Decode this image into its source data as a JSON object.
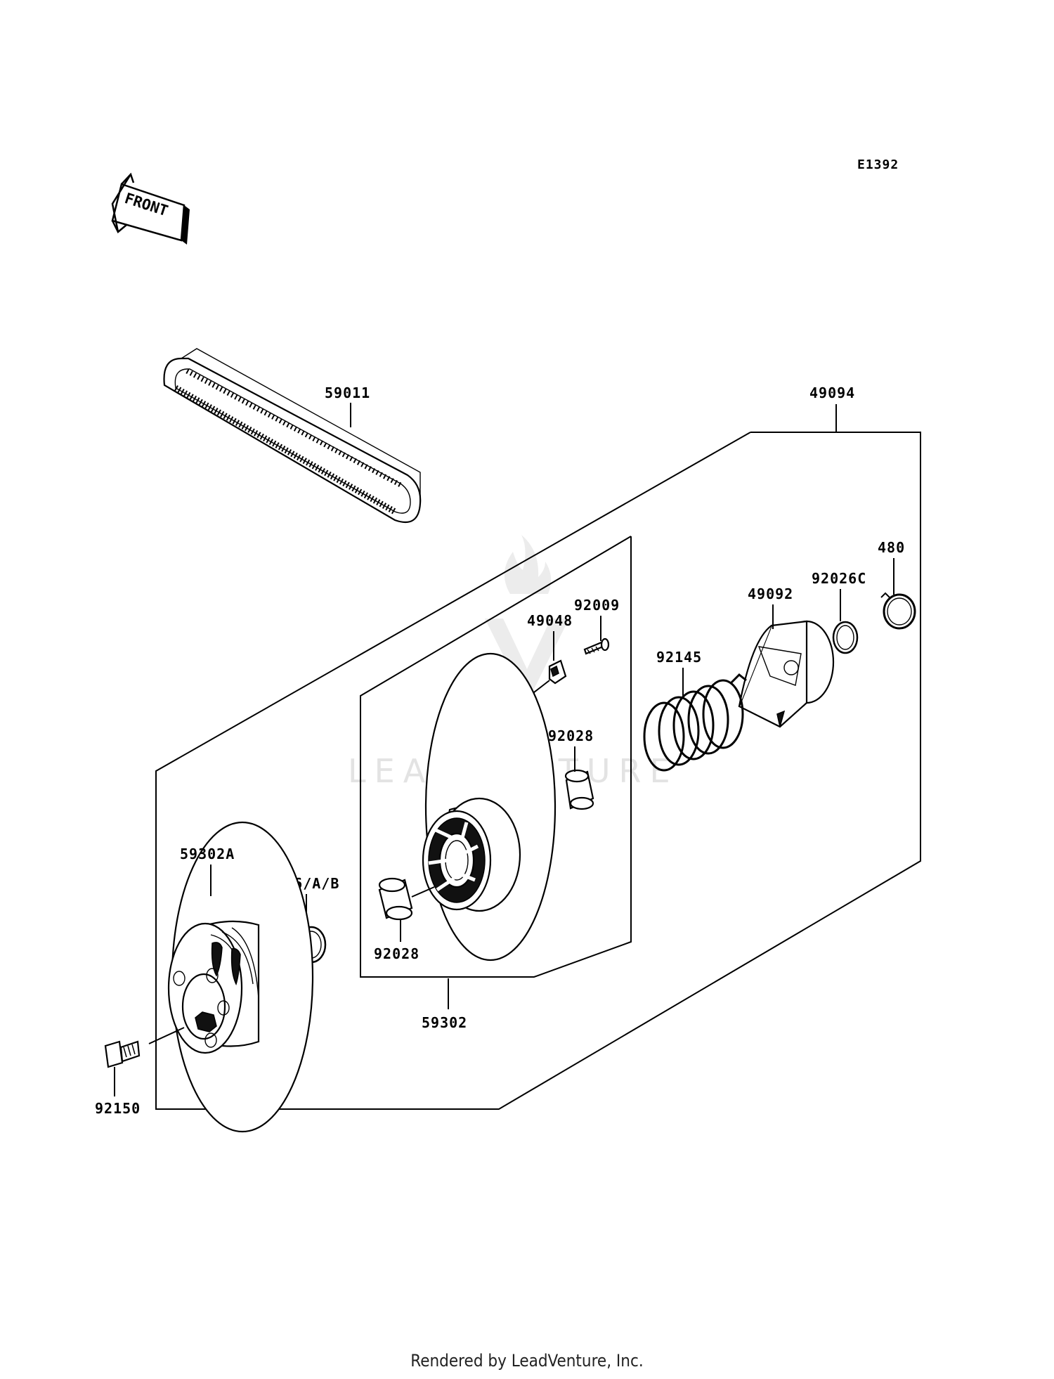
{
  "diagram_code": "E1392",
  "front_label": "FRONT",
  "watermark": "LEADVENTURE",
  "footer": "Rendered by LeadVenture, Inc.",
  "callouts": {
    "belt": "59011",
    "driven_pulley_assy": "49094",
    "snap_ring": "480",
    "washer_c": "92026C",
    "cam": "49092",
    "spring": "92145",
    "screw": "92009",
    "weight_shoe": "49048",
    "bushing_upper": "92028",
    "bushing_lower": "92028",
    "sheave_moving": "59302",
    "sheave_fixed": "59302A",
    "washer_ab": "92026/A/B",
    "bolt": "92150"
  }
}
